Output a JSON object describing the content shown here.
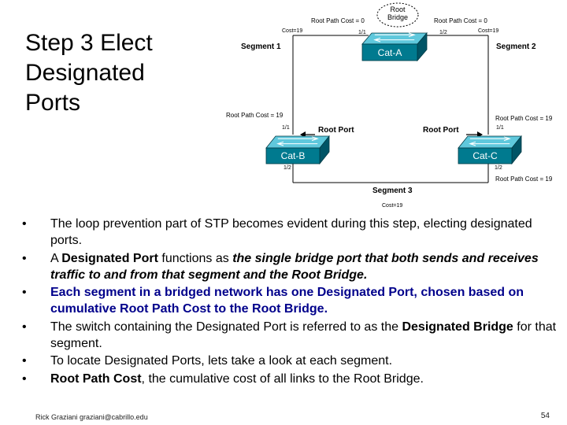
{
  "title": [
    "Step 3 Elect",
    "Designated",
    "Ports"
  ],
  "diagram": {
    "root_bridge_label": [
      "Root",
      "Bridge"
    ],
    "root_path_cost_0_left": "Root Path Cost = 0",
    "root_path_cost_0_right": "Root Path Cost = 0",
    "cost19_left": "Cost=19",
    "cost19_right": "Cost=19",
    "cat_a": "Cat-A",
    "cat_a_port_11": "1/1",
    "cat_a_port_12": "1/2",
    "segment1": "Segment 1",
    "segment2": "Segment 2",
    "segment3": "Segment 3",
    "rpc19_left": "Root Path Cost = 19",
    "rpc19_right_top": "Root Path Cost = 19",
    "rpc19_right_bottom": "Root Path Cost = 19",
    "cat_b": "Cat-B",
    "cat_c": "Cat-C",
    "cat_b_port_11": "1/1",
    "cat_b_port_12": "1/2",
    "cat_c_port_11": "1/1",
    "cat_c_port_12": "1/2",
    "root_port_left": "Root Port",
    "root_port_right": "Root Port",
    "cost19_bottom": "Cost=19"
  },
  "bullets": [
    {
      "parts": [
        {
          "t": "The loop prevention part of STP becomes evident during this step, electing designated ports.",
          "s": ""
        }
      ]
    },
    {
      "parts": [
        {
          "t": "A ",
          "s": ""
        },
        {
          "t": "Designated Port",
          "s": "bold"
        },
        {
          "t": " functions as ",
          "s": ""
        },
        {
          "t": "the single bridge port that both sends and receives traffic to and from that segment and the Root Bridge.",
          "s": "boldital"
        }
      ]
    },
    {
      "parts": [
        {
          "t": "Each segment in a bridged network has one Designated Port, chosen based on cumulative Root Path Cost to the Root Bridge.",
          "s": "bold blue"
        }
      ]
    },
    {
      "parts": [
        {
          "t": "The switch containing the Designated Port is referred to as the ",
          "s": ""
        },
        {
          "t": "Designated Bridge",
          "s": "bold"
        },
        {
          "t": " for that segment.",
          "s": ""
        }
      ]
    },
    {
      "parts": [
        {
          "t": "To locate Designated Ports, lets take a look at each segment.",
          "s": ""
        }
      ]
    },
    {
      "parts": [
        {
          "t": "Root Path Cost",
          "s": "bold"
        },
        {
          "t": ", the cumulative cost of all links to the Root Bridge.",
          "s": ""
        }
      ]
    }
  ],
  "bullet_char": "•",
  "footer": "Rick Graziani  graziani@cabrillo.edu",
  "page_number": "54",
  "colors": {
    "switch_front": "#007a8f",
    "switch_top": "#5fc8dc",
    "text_blue": "#00008b"
  }
}
